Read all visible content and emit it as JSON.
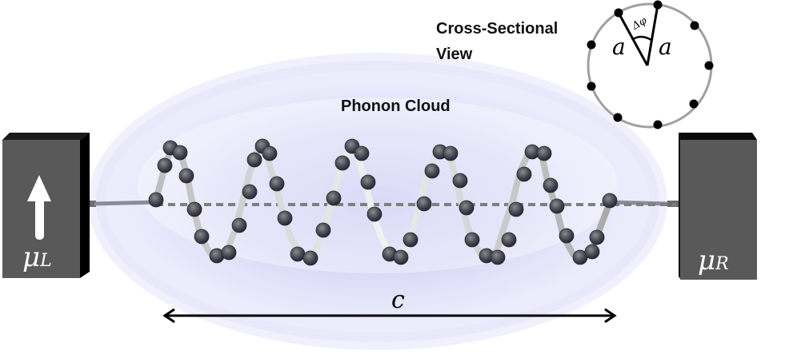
{
  "figure": {
    "cloud_label": "Phonon Cloud",
    "cross_section_label_line1": "Cross-Sectional",
    "cross_section_label_line2": "View",
    "left_lead_label": "μ",
    "left_lead_subscript": "L",
    "right_lead_label": "μ",
    "right_lead_subscript": "R",
    "length_label": "c",
    "radius_label_left": "a",
    "radius_label_right": "a",
    "angle_label": "Δφ",
    "left_lead_icon": "up-arrow-icon",
    "colors": {
      "lead_face": "#595959",
      "lead_edge": "#000000",
      "cloud": "#c8c8f4",
      "atom": "#3e3e48",
      "bond": "#d8d8d8",
      "axis_dash": "#7f7f7f",
      "ring": "#a0a0a0"
    }
  }
}
